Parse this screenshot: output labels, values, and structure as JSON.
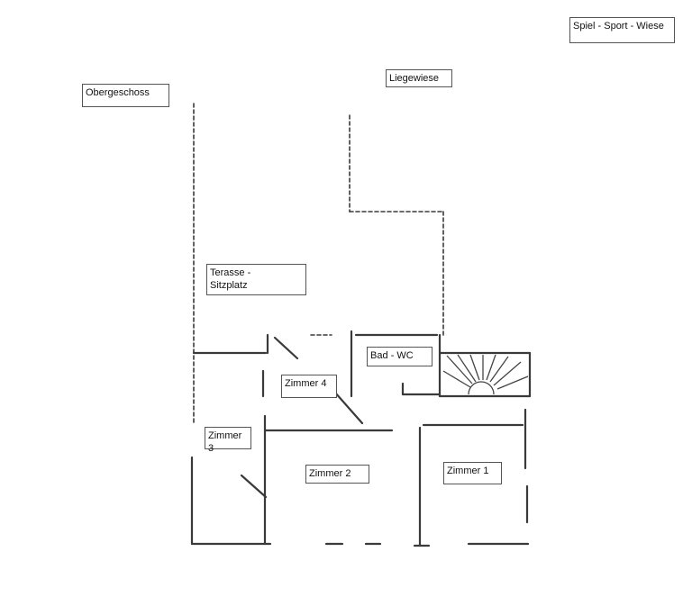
{
  "labels": {
    "spiel_sport_wiese": "Spiel - Sport - Wiese",
    "liegewiese": "Liegewiese",
    "obergeschoss": "Obergeschoss",
    "terasse": "Terasse -\nSitzplatz",
    "bad_wc": "Bad - WC",
    "zimmer_4": "Zimmer 4",
    "zimmer_3": "Zimmer 3",
    "zimmer_2": "Zimmer 2",
    "zimmer_1": "Zimmer 1"
  },
  "colors": {
    "line": "#3a3a3a",
    "background": "#ffffff"
  }
}
